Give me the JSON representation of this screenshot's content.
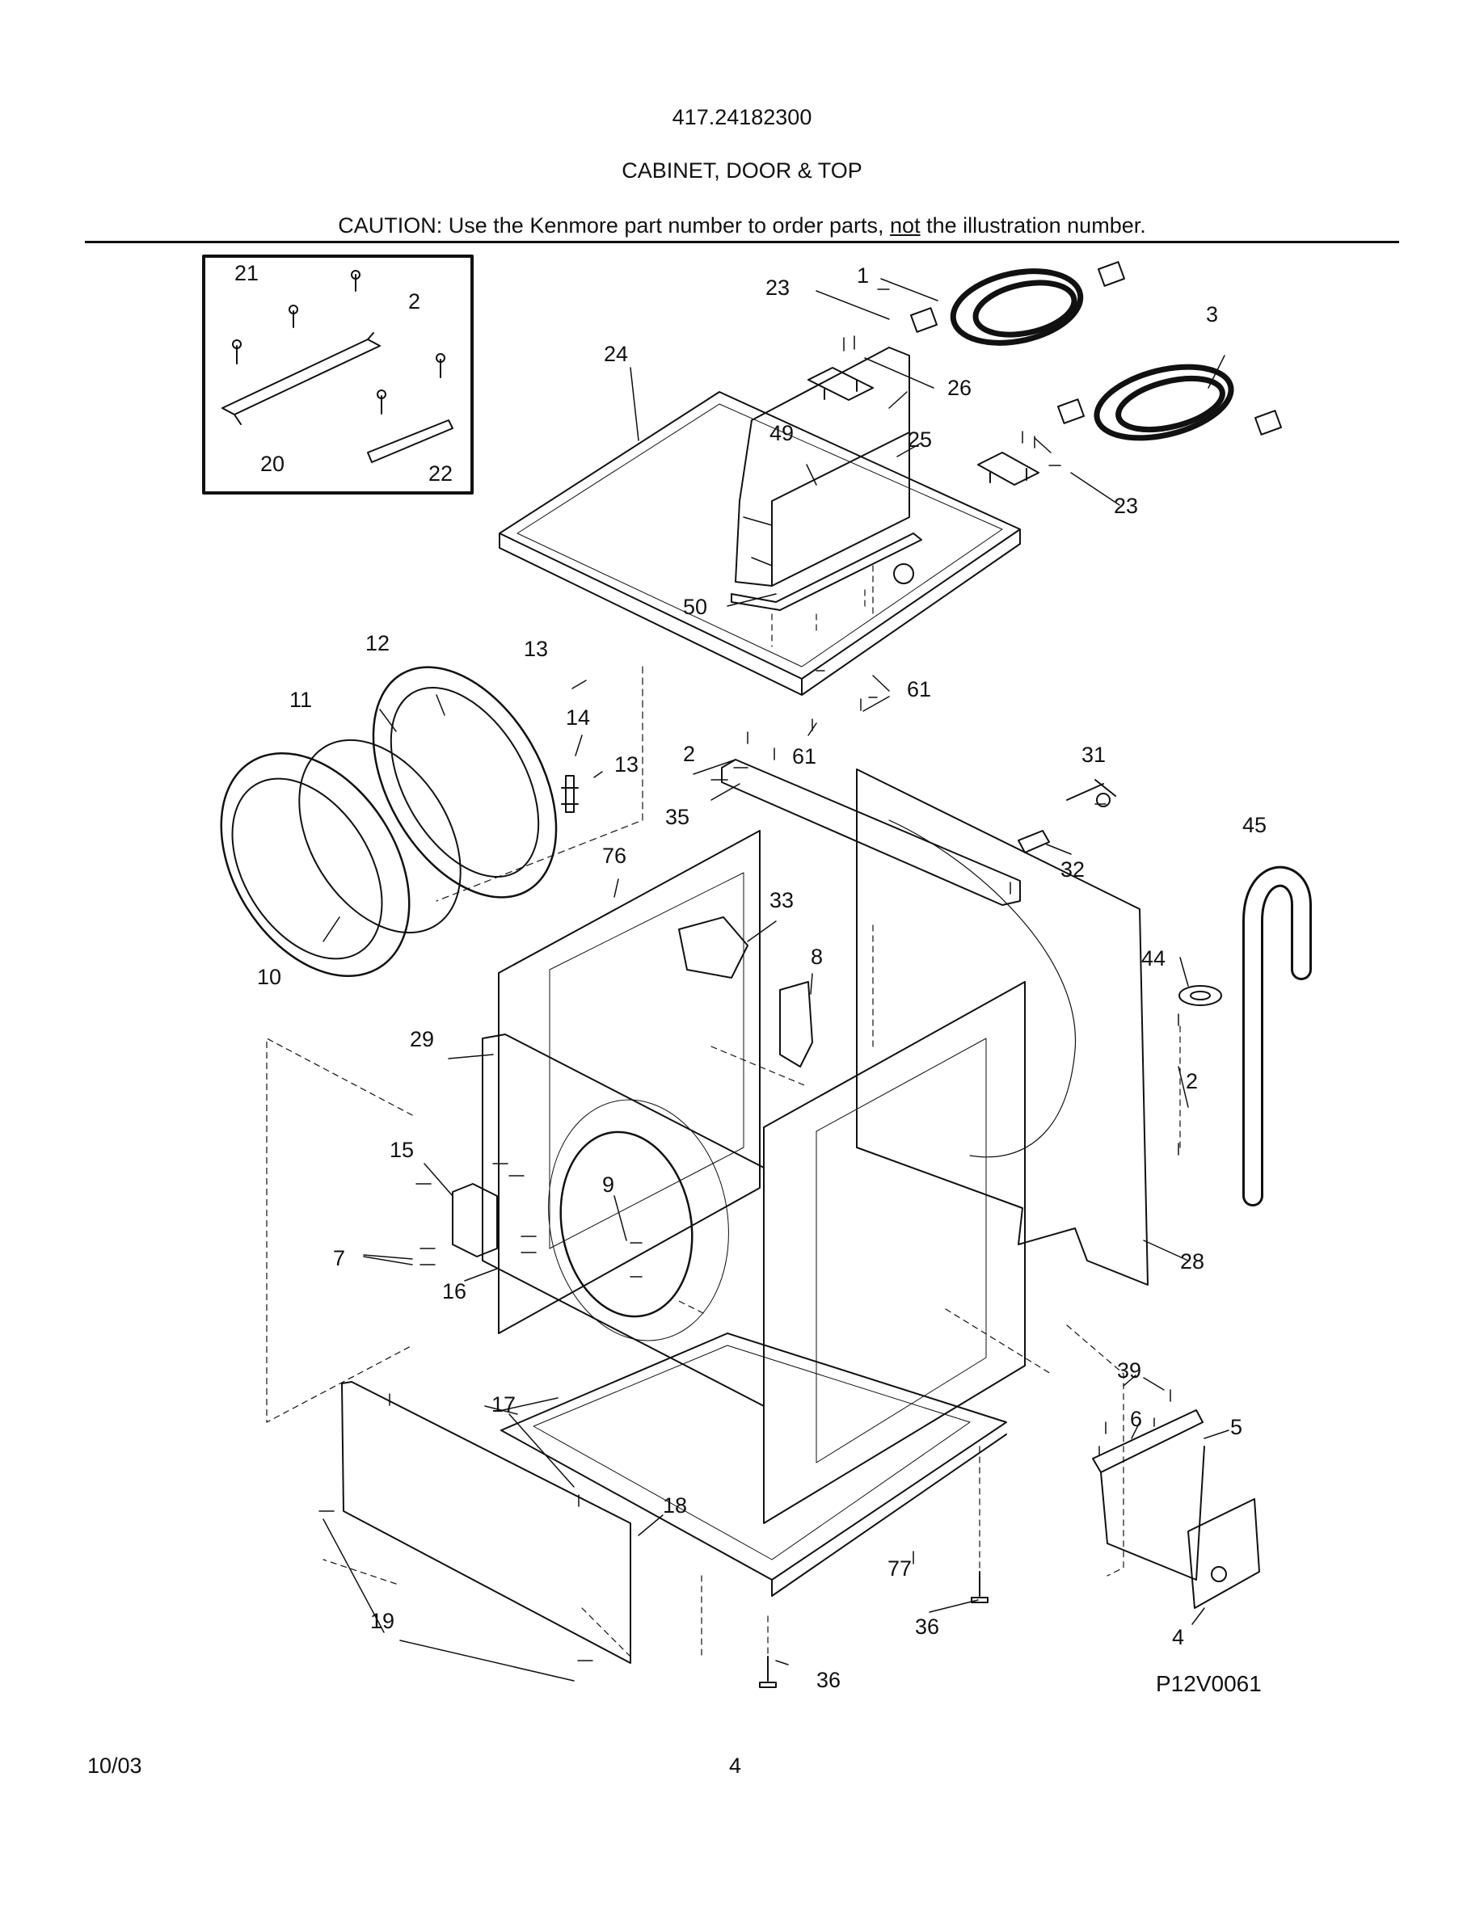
{
  "header": {
    "model": "417.24182300",
    "title": "CABINET, DOOR & TOP",
    "caution_prefix": "CAUTION: Use the Kenmore part number to order parts, ",
    "caution_emphasis": "not",
    "caution_suffix": " the illustration number."
  },
  "callouts": [
    "1",
    "2",
    "3",
    "4",
    "5",
    "6",
    "7",
    "8",
    "9",
    "10",
    "11",
    "12",
    "13",
    "14",
    "15",
    "16",
    "17",
    "18",
    "19",
    "20",
    "21",
    "22",
    "23",
    "24",
    "25",
    "26",
    "28",
    "29",
    "31",
    "32",
    "33",
    "35",
    "36",
    "39",
    "44",
    "45",
    "49",
    "50",
    "61",
    "76",
    "77"
  ],
  "diagram_code": "P12V0061",
  "footer": {
    "date": "10/03",
    "page": "4"
  }
}
